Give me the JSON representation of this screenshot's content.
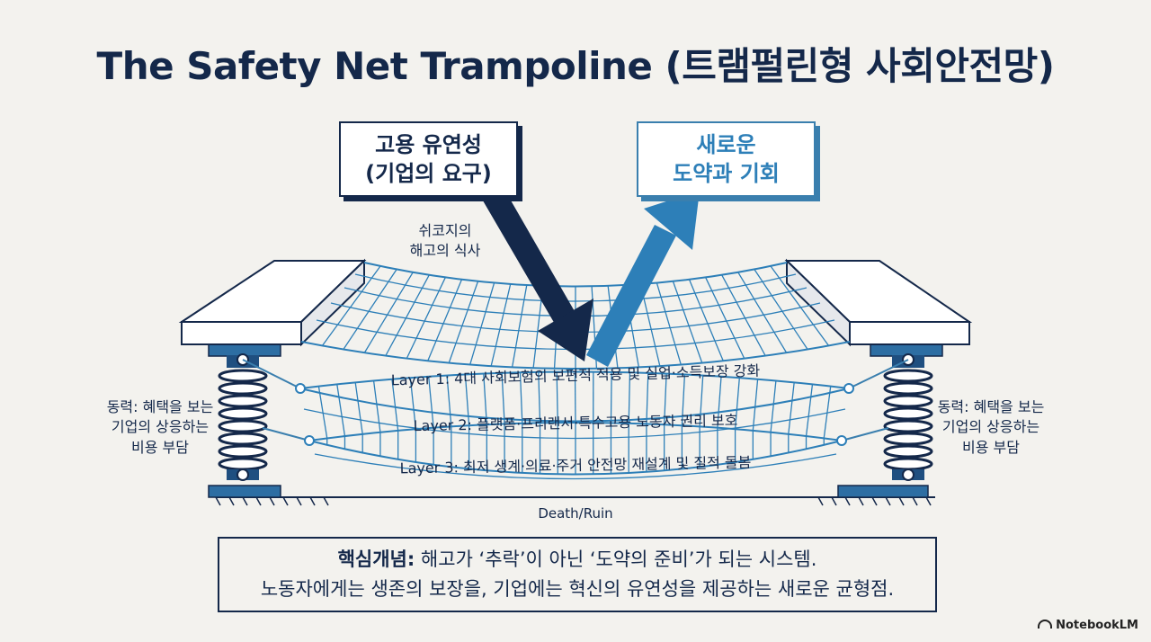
{
  "title": "The Safety Net Trampoline (트램펄린형 사회안전망)",
  "box_left": {
    "line1": "고용 유연성",
    "line2": "(기업의 요구)"
  },
  "box_right": {
    "line1": "새로운",
    "line2": "도약과 기회"
  },
  "arrow_note": {
    "line1": "쉬코지의",
    "line2": "해고의 식사"
  },
  "side_note": {
    "line1": "동력: 혜택을 보는",
    "line2": "기업의 상응하는",
    "line3": "비용 부담"
  },
  "layers": [
    "Layer 1: 4대 사회보험의 보편적 적용 및 실업·소득보장 강화",
    "Layer 2: 플랫폼·프리랜서·특수고용 노동자 권리 보호",
    "Layer 3: 최저 생계·의료·주거 안전망 재설계 및 질적 돌봄"
  ],
  "ground_label": "Death/Ruin",
  "summary": {
    "key_label": "핵심개념:",
    "line1": " 해고가 ‘추락’이 아닌 ‘도약의 준비’가 되는 시스템.",
    "line2": "노동자에게는 생존의 보장을, 기업에는 혁신의 유연성을 제공하는 새로운 균형점."
  },
  "brand": "NotebookLM",
  "colors": {
    "navy": "#14284a",
    "blue": "#2d7fb8",
    "background": "#f3f2ee"
  },
  "icons": {
    "brand_icon": "notebooklm-logo-icon"
  }
}
